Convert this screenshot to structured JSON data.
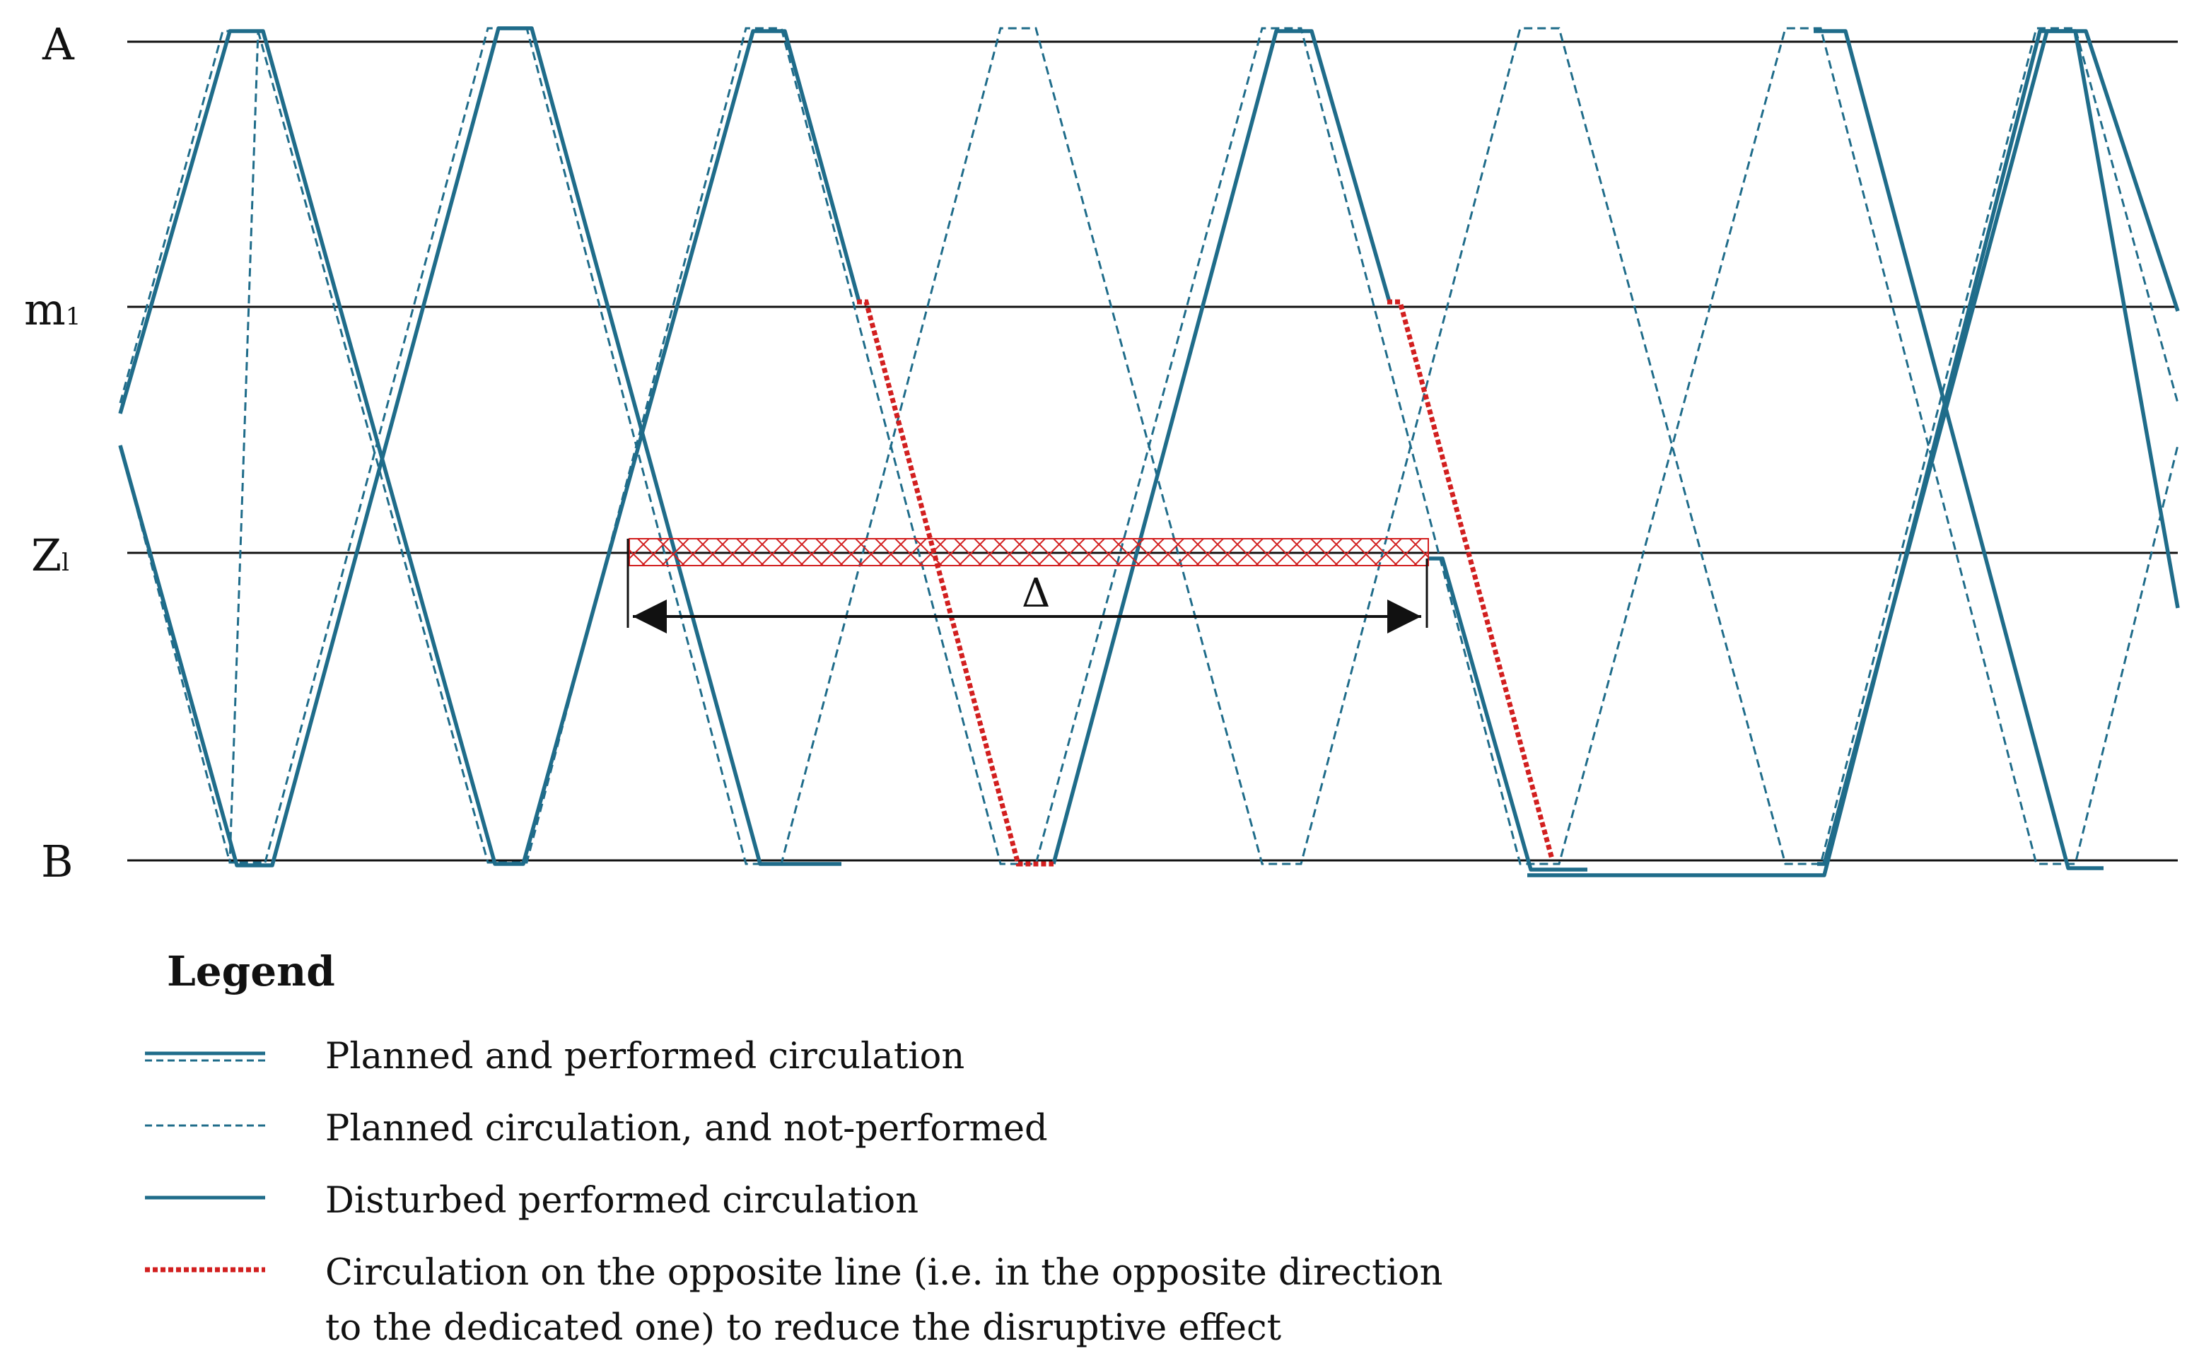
{
  "stations": [
    {
      "id": "A",
      "main": "A",
      "sub": ""
    },
    {
      "id": "m1",
      "main": "m",
      "sub": "1"
    },
    {
      "id": "Z1",
      "main": "Z",
      "sub": "l"
    },
    {
      "id": "B",
      "main": "B",
      "sub": ""
    }
  ],
  "delta_label": "Δ",
  "colors": {
    "circulation": "#1f6c8a",
    "opposite": "#d21f1f",
    "axis": "#111111"
  },
  "legend": {
    "title": "Legend",
    "items": [
      {
        "key": "planned_performed",
        "label": "Planned and performed circulation"
      },
      {
        "key": "planned_not_performed",
        "label": "Planned circulation, and not-performed"
      },
      {
        "key": "disturbed",
        "label": "Disturbed performed circulation"
      },
      {
        "key": "opposite",
        "label": "Circulation on the opposite line (i.e. in the opposite direction",
        "label2": "to the dedicated one) to reduce the disruptive effect"
      }
    ]
  }
}
